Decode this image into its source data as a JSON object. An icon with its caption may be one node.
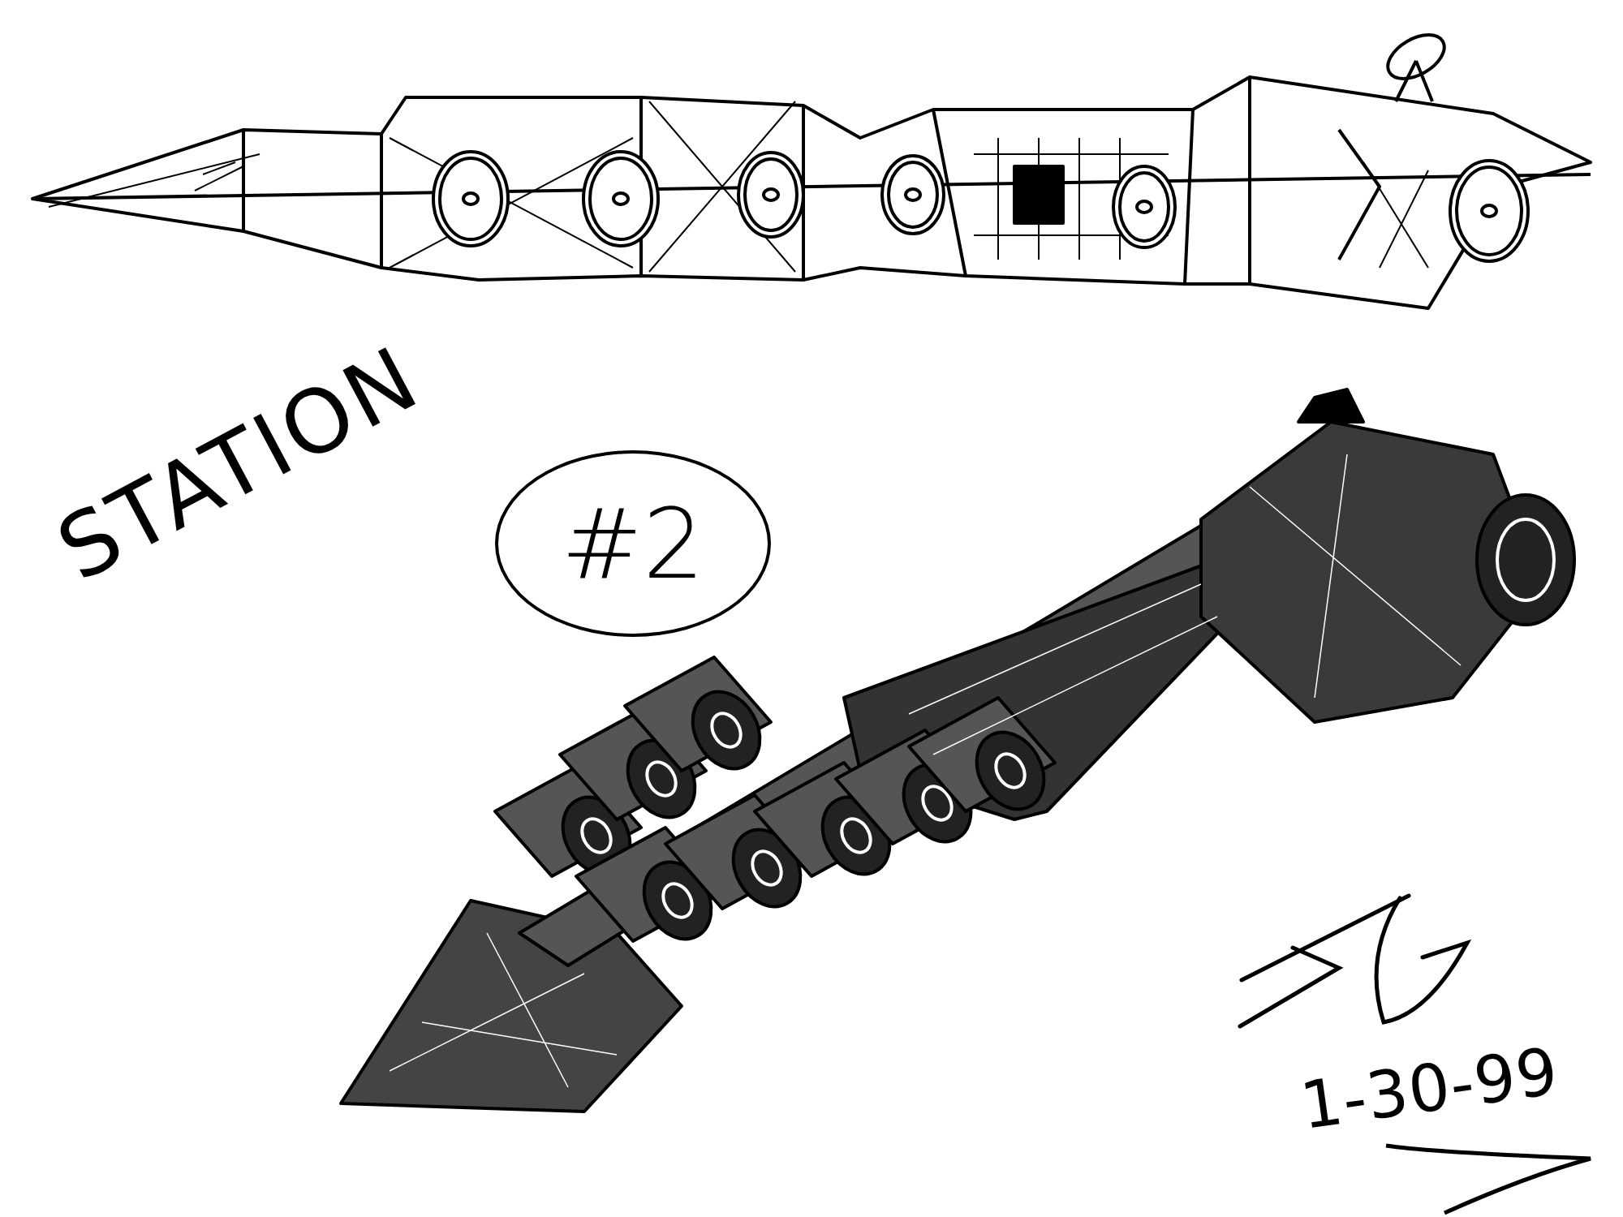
{
  "diagram": {
    "nodes": [
      {
        "text": [
          "#2"
        ]
      }
    ],
    "edges": [],
    "labels": [
      "STATION",
      "1-30-99"
    ]
  }
}
